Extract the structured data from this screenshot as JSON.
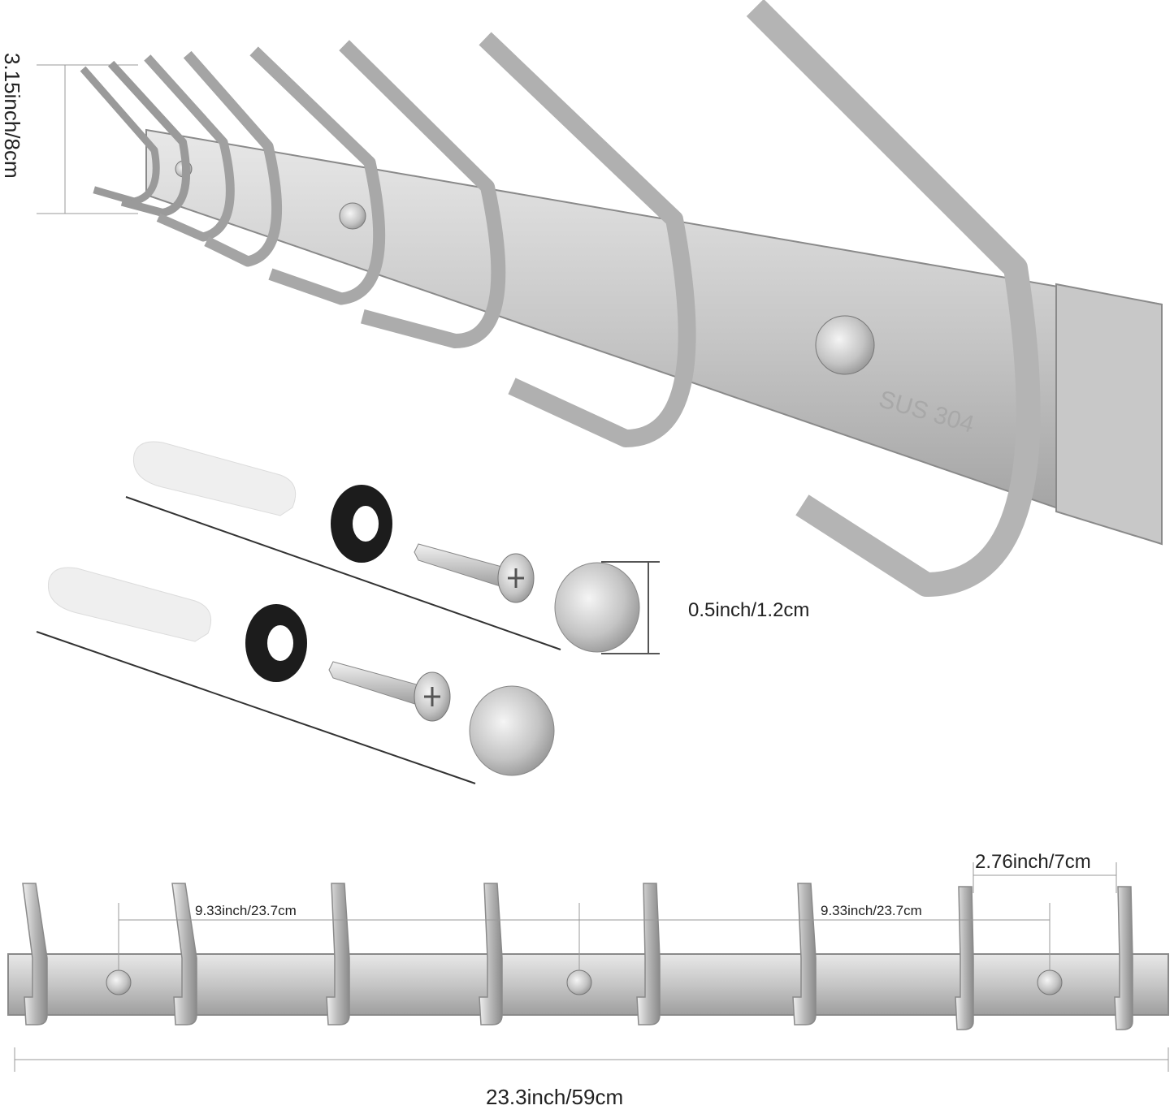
{
  "image": {
    "background": "#ffffff",
    "subject": "stainless steel wall-mounted coat hook rack with mounting hardware",
    "colors": {
      "steel_light": "#e6e6e6",
      "steel_mid": "#bdbdbd",
      "steel_dark": "#8c8c8c",
      "washer": "#1a1a1a",
      "anchor": "#eeeeee",
      "dimension_line": "#888888"
    }
  },
  "dimensions": {
    "hook_height": "3.15inch/8cm",
    "cap_diameter": "0.5inch/1.2cm",
    "hole_spacing_left": "9.33inch/23.7cm",
    "hole_spacing_right": "9.33inch/23.7cm",
    "hook_spacing": "2.76inch/7cm",
    "total_length": "23.3inch/59cm"
  },
  "engraving": "SUS 304"
}
